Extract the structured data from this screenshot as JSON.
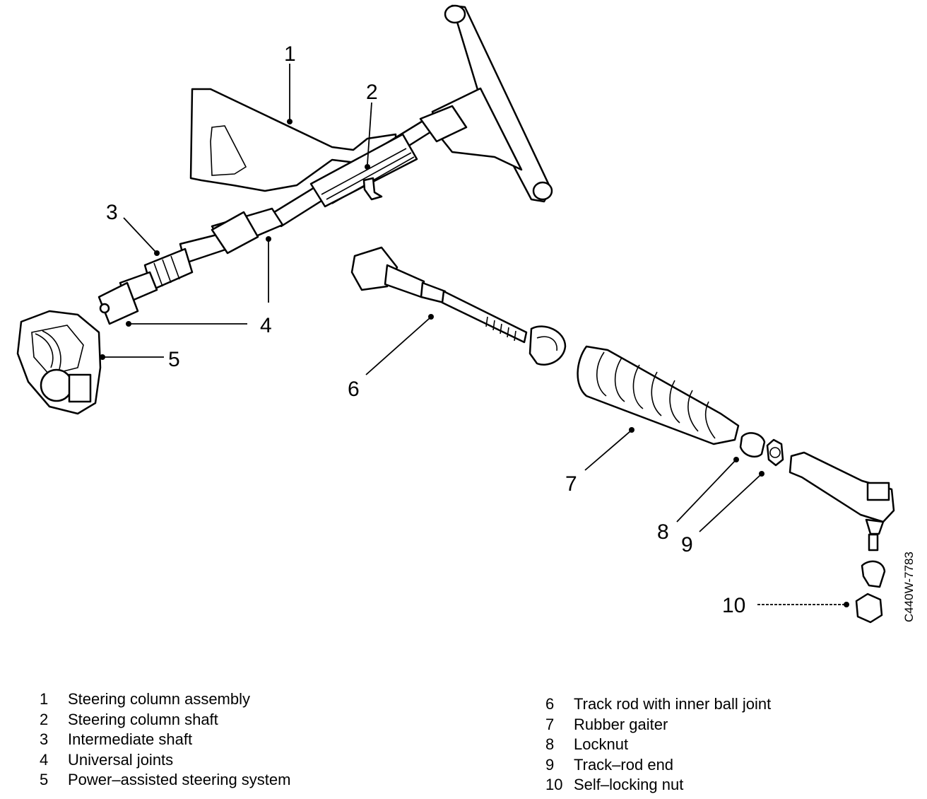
{
  "figure_code": "C440W-7783",
  "callouts": [
    "1",
    "2",
    "3",
    "4",
    "5",
    "6",
    "7",
    "8",
    "9",
    "10"
  ],
  "legend": {
    "left": [
      {
        "num": "1",
        "label": "Steering column assembly"
      },
      {
        "num": "2",
        "label": "Steering column shaft"
      },
      {
        "num": "3",
        "label": "Intermediate shaft"
      },
      {
        "num": "4",
        "label": "Universal joints"
      },
      {
        "num": "5",
        "label": "Power–assisted steering system"
      }
    ],
    "right": [
      {
        "num": "6",
        "label": "Track rod with inner ball joint"
      },
      {
        "num": "7",
        "label": "Rubber gaiter"
      },
      {
        "num": "8",
        "label": "Locknut"
      },
      {
        "num": "9",
        "label": "Track–rod end"
      },
      {
        "num": "10",
        "label": "Self–locking nut"
      }
    ]
  }
}
